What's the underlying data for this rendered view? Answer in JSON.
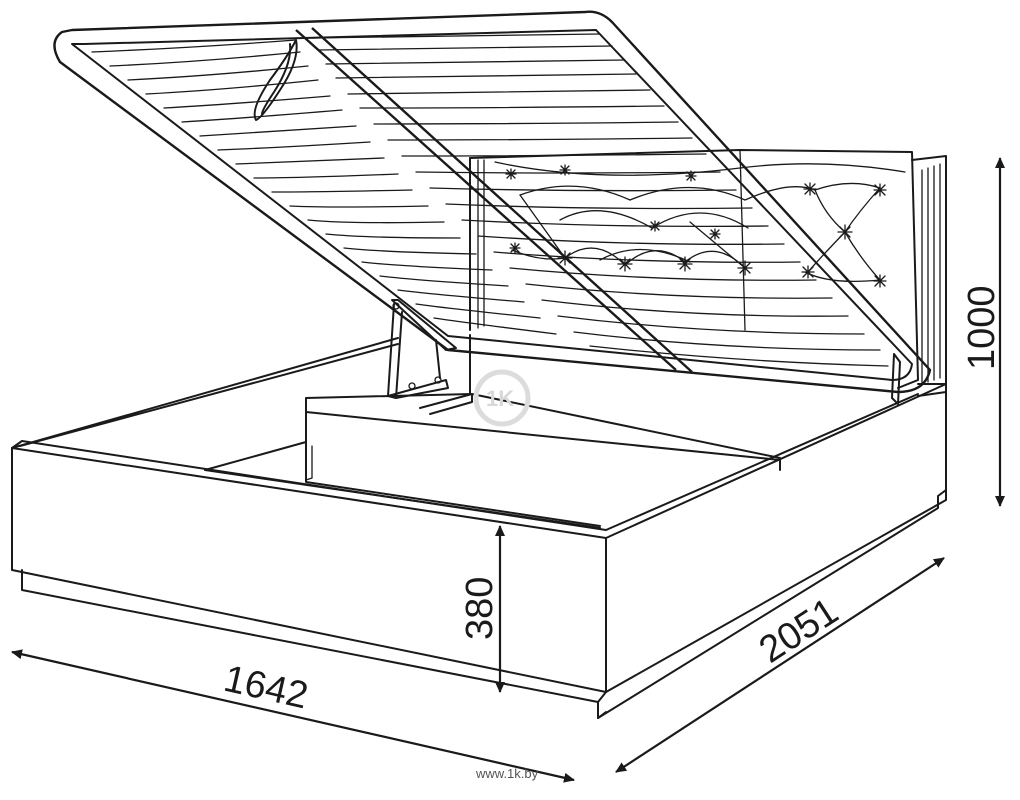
{
  "dimensions": {
    "width_label": "1642",
    "length_label": "2051",
    "frame_height_label": "380",
    "total_height_label": "1000"
  },
  "watermark": {
    "logo_text": "1K",
    "url": "www.1k.by"
  },
  "colors": {
    "line": "#1a1a1a",
    "background": "#ffffff",
    "watermark": "#d8d8d8"
  }
}
